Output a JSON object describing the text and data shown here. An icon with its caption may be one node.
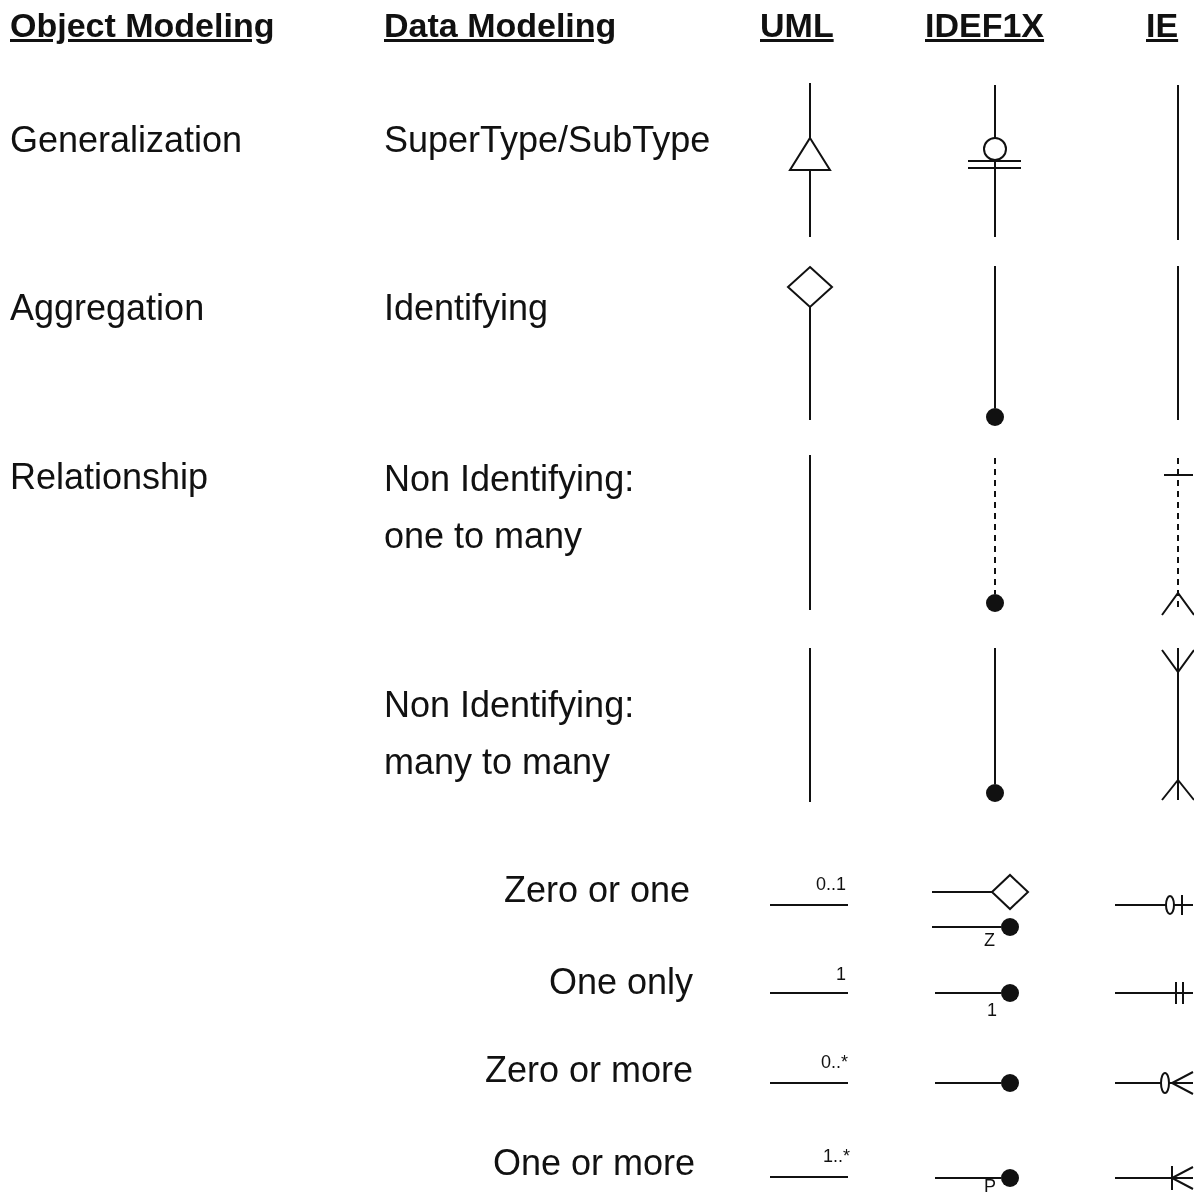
{
  "diagram": {
    "labels": [
      "Object Modeling",
      "Data Modeling",
      "UML",
      "IDEF1X",
      "IE",
      "Generalization",
      "SuperType/SubType",
      "Aggregation",
      "Identifying",
      "Relationship",
      "Non Identifying: one to many",
      "Non Identifying: many to many",
      "Zero or one",
      "0..1",
      "Z",
      "One only",
      "1",
      "1",
      "Zero or more",
      "0..*",
      "One or more",
      "1..*",
      "P"
    ]
  }
}
